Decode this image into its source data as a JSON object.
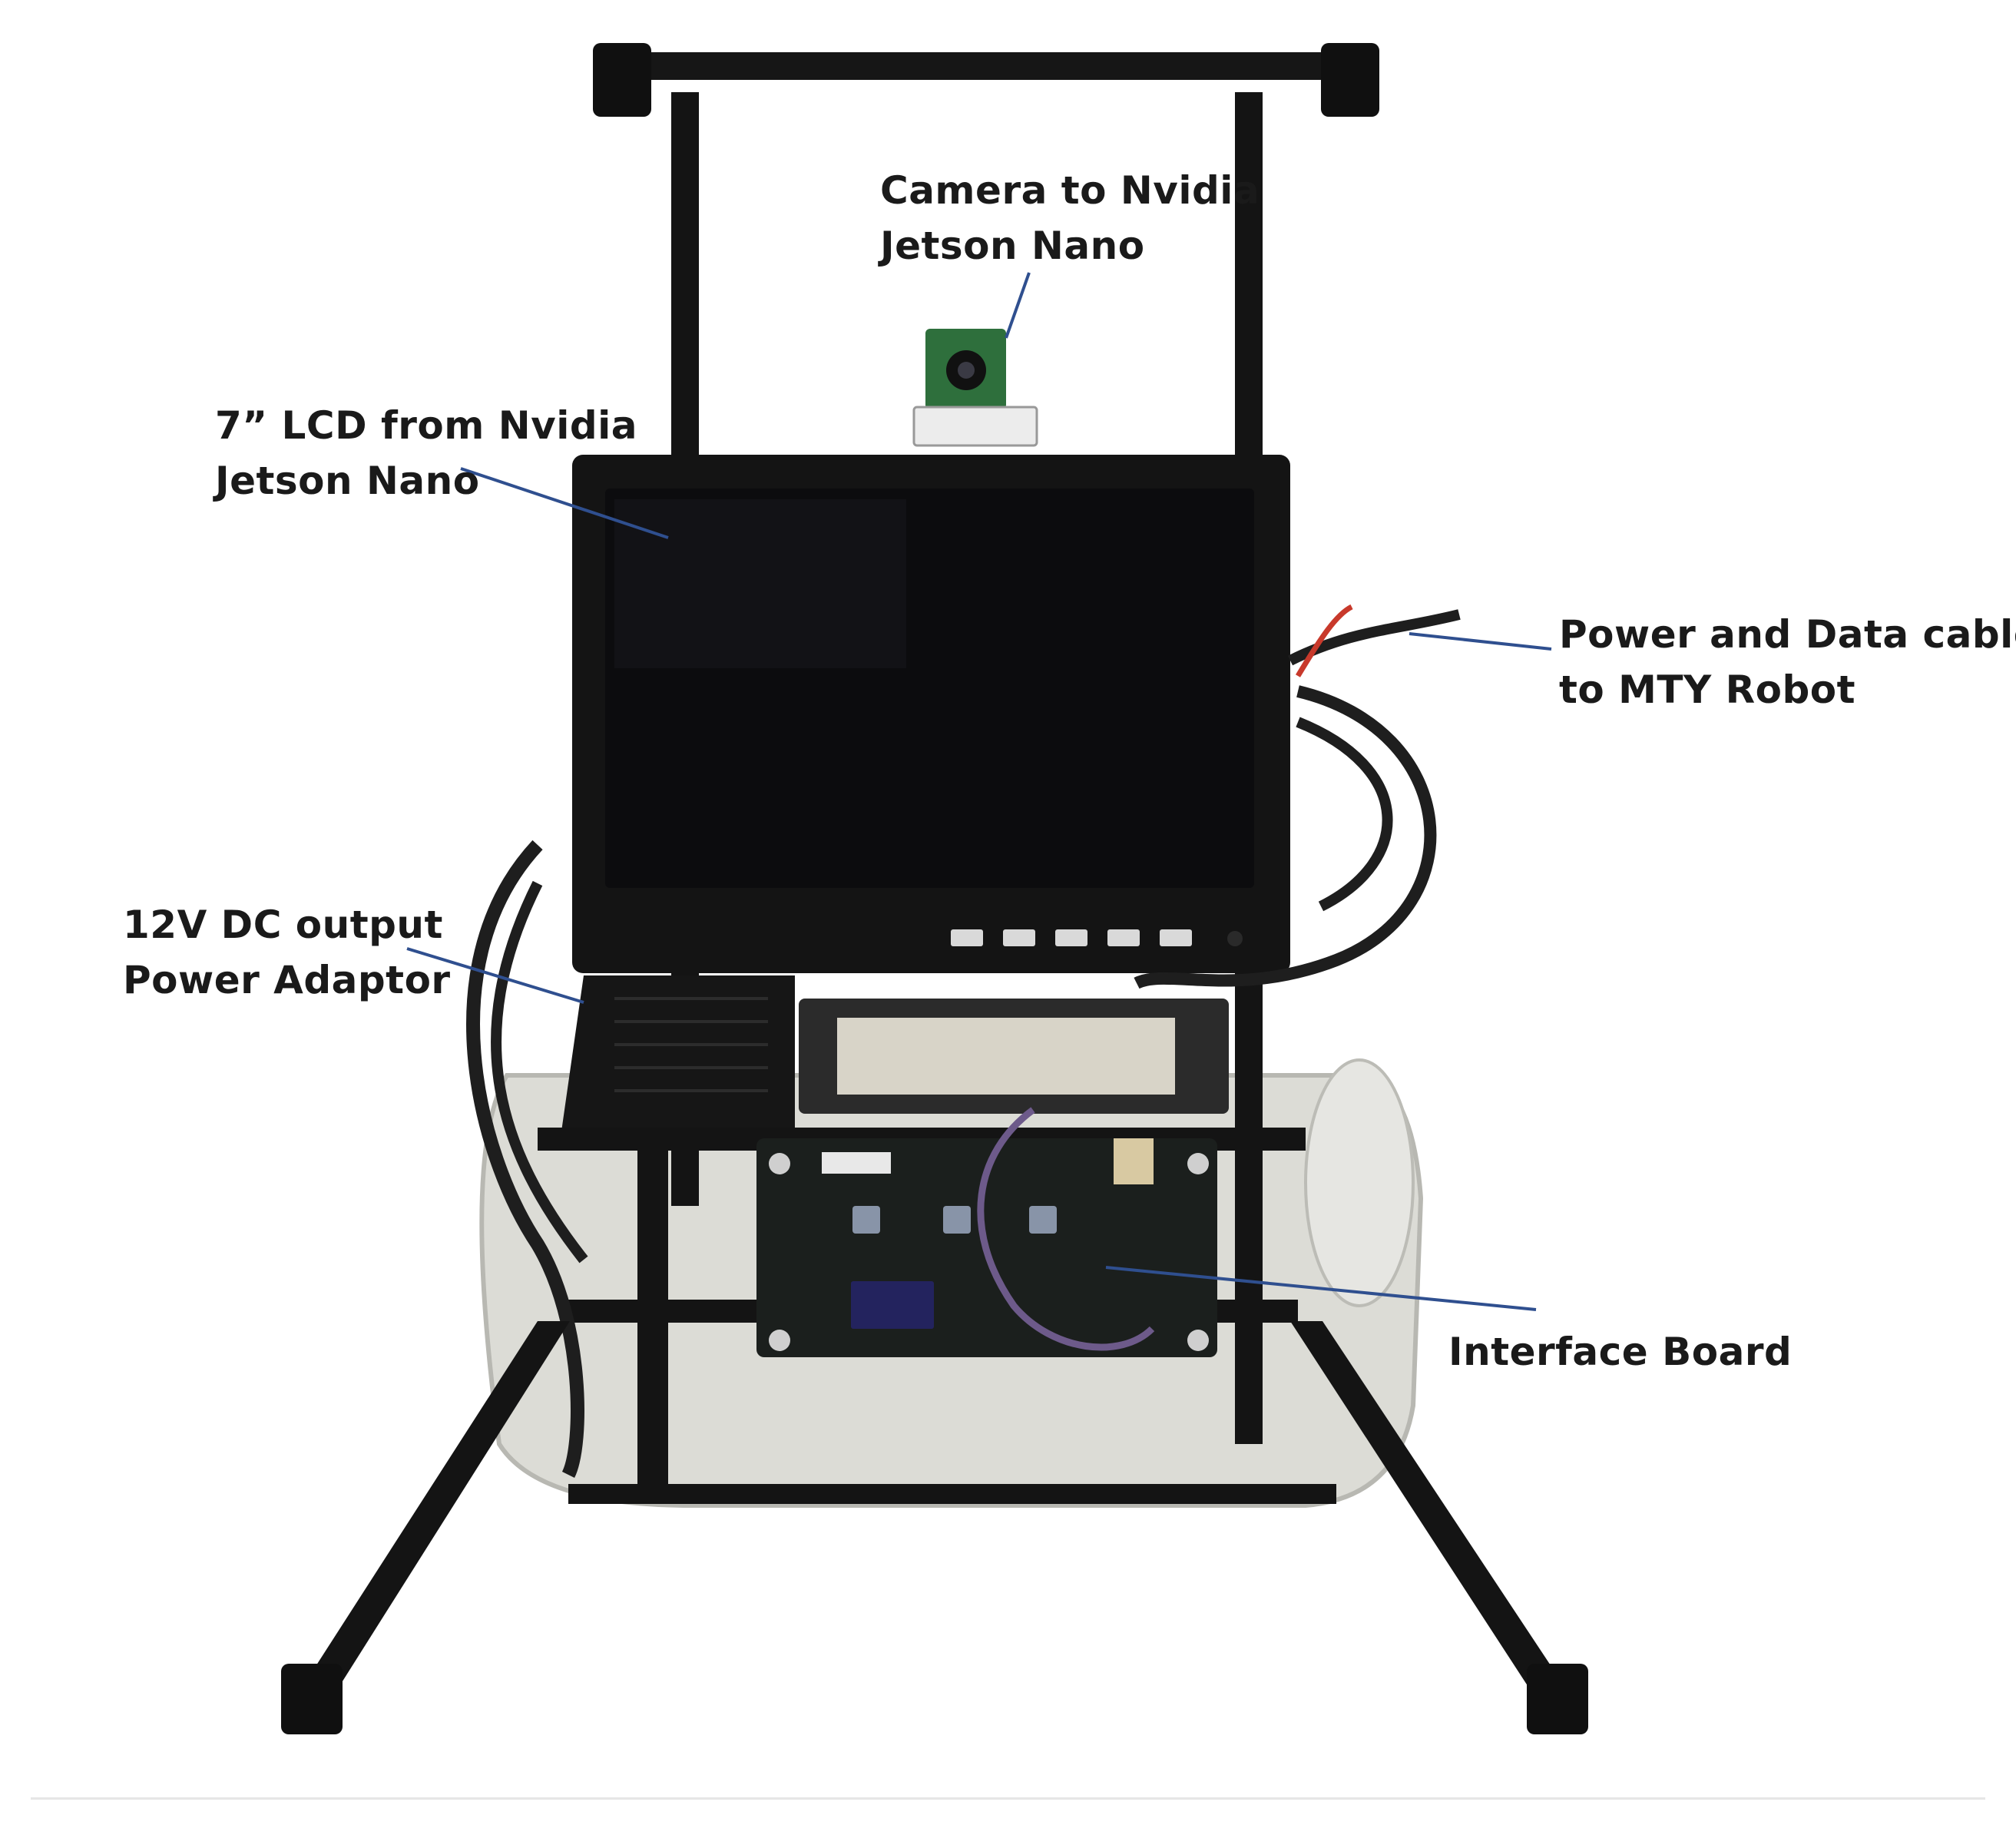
{
  "labels": {
    "camera": [
      "Camera to Nvidia",
      "Jetson Nano"
    ],
    "lcd": [
      "7” LCD from Nvidia",
      "Jetson Nano"
    ],
    "power_data": [
      "Power and Data cable",
      "to MTY Robot"
    ],
    "adaptor": [
      "12V DC output",
      "Power Adaptor"
    ],
    "interface": [
      "Interface Board"
    ]
  },
  "colors": {
    "leader_line": "#2f4f8f",
    "frame": "#161616",
    "screen": "#0c0c0e",
    "board": "#1b1f1d",
    "base_shell": "#dcdcd6"
  }
}
